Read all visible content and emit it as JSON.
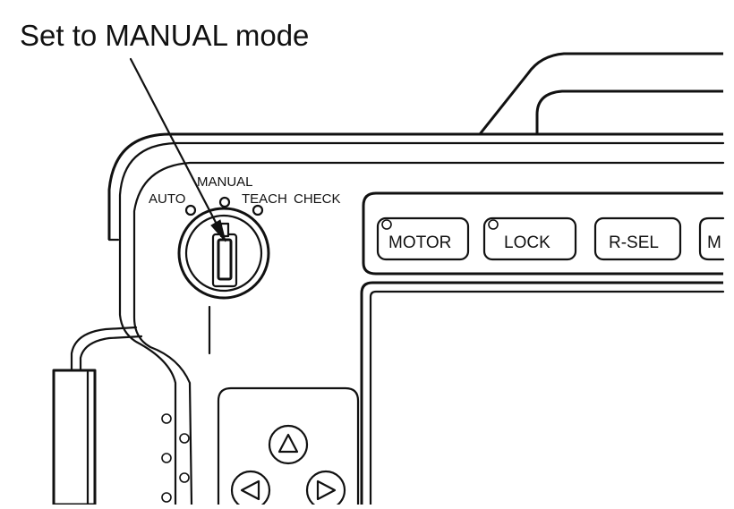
{
  "caption": "Set to MANUAL mode",
  "mode_switch": {
    "positions": [
      "AUTO",
      "MANUAL",
      "TEACH",
      "CHECK"
    ]
  },
  "buttons": [
    {
      "label": "MOTOR",
      "has_led": true
    },
    {
      "label": "LOCK",
      "has_led": true
    },
    {
      "label": "R-SEL",
      "has_led": false
    },
    {
      "label": "M",
      "has_led": false
    }
  ]
}
